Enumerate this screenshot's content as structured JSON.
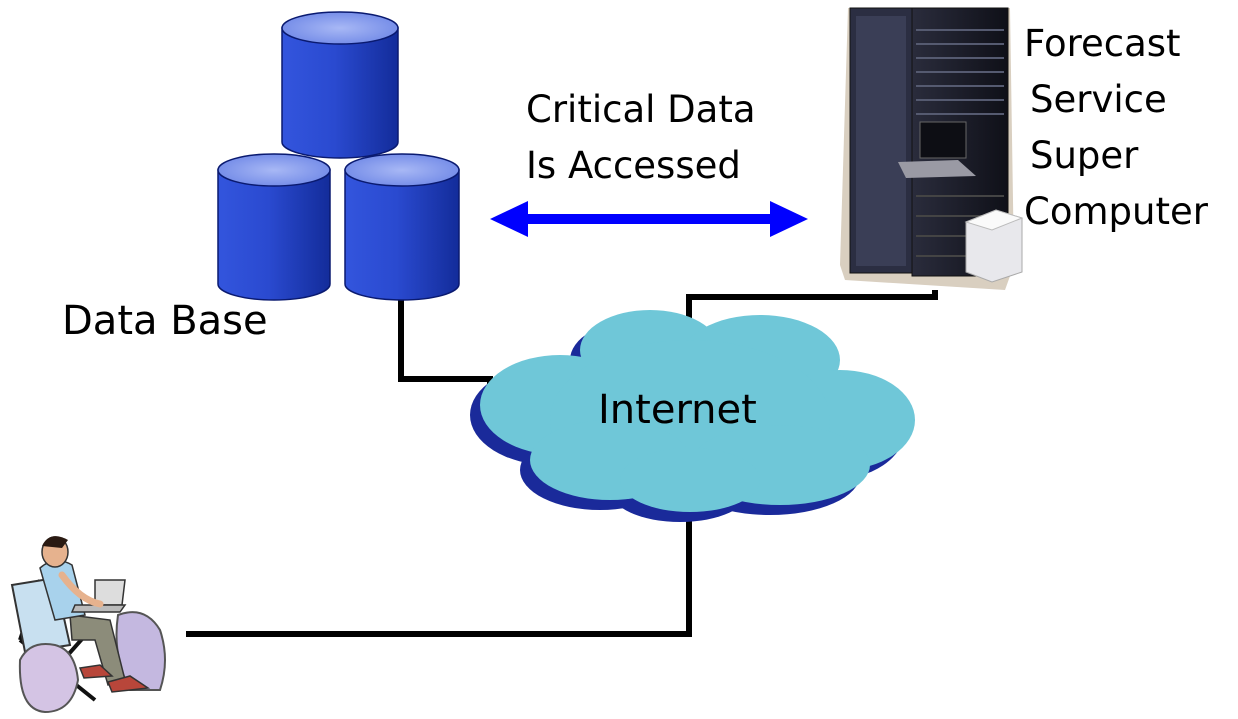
{
  "labels": {
    "database": "Data Base",
    "critical_line1": "Critical Data",
    "critical_line2": "Is Accessed",
    "forecast_line1": "Forecast",
    "forecast_line2": "Service",
    "forecast_line3": "Super",
    "forecast_line4": "Computer",
    "internet": "Internet"
  },
  "colors": {
    "cylinder_body": "#1f3fbf",
    "cylinder_top": "#7f98ee",
    "arrow": "#0000ff",
    "cloud_fill": "#6fc7d8",
    "cloud_shadow": "#1a2a9a",
    "wire": "#000000",
    "rack": "#1a1c2a"
  },
  "icons": [
    "database-icon",
    "server-rack-icon",
    "internet-cloud-icon",
    "laptop-user-icon"
  ]
}
